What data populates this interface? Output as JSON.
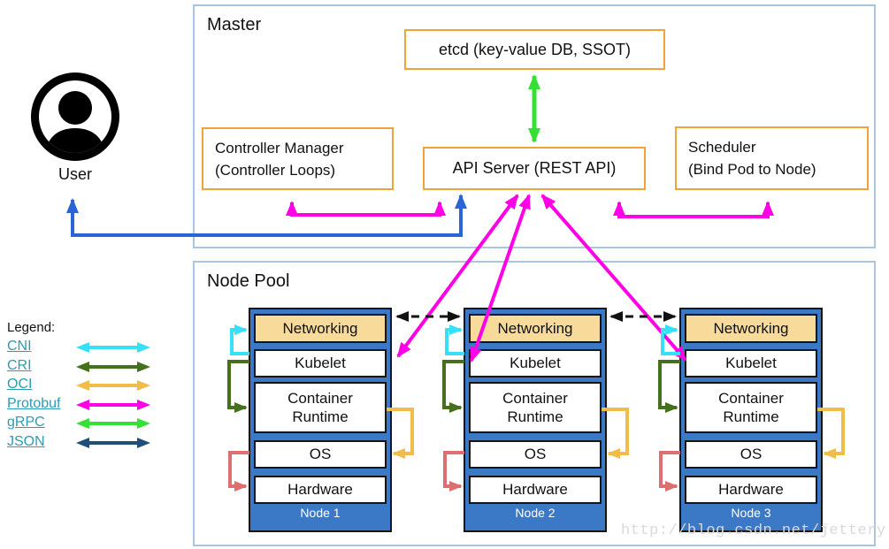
{
  "master": {
    "title": "Master",
    "etcd": "etcd (key-value DB, SSOT)",
    "controller_manager": [
      "Controller Manager",
      "(Controller Loops)"
    ],
    "api_server": "API Server (REST API)",
    "scheduler": [
      "Scheduler",
      "(Bind Pod to Node)"
    ]
  },
  "user": {
    "label": "User"
  },
  "node_pool": {
    "title": "Node Pool",
    "nodes": [
      {
        "name": "Node 1",
        "layers": [
          "Networking",
          "Kubelet",
          "Container Runtime",
          "OS",
          "Hardware"
        ]
      },
      {
        "name": "Node 2",
        "layers": [
          "Networking",
          "Kubelet",
          "Container Runtime",
          "OS",
          "Hardware"
        ]
      },
      {
        "name": "Node 3",
        "layers": [
          "Networking",
          "Kubelet",
          "Container Runtime",
          "OS",
          "Hardware"
        ]
      }
    ]
  },
  "legend": {
    "title": "Legend:",
    "items": [
      {
        "label": "CNI",
        "color": "#35e0f8"
      },
      {
        "label": "CRI",
        "color": "#45701e"
      },
      {
        "label": "OCI",
        "color": "#f0bd4a"
      },
      {
        "label": "Protobuf",
        "color": "#ff00e6"
      },
      {
        "label": "gRPC",
        "color": "#35e035"
      },
      {
        "label": "JSON",
        "color": "#1f4e79"
      }
    ]
  },
  "watermark": "http://blog.csdn.net/jettery",
  "colors": {
    "panel_border": "#a9c5e1",
    "component_border": "#f2a23a",
    "node_fill": "#3b79c7",
    "networking_fill": "#f8db9a",
    "user_api_line": "#2a64d6",
    "os_hardware_loop": "#dd6f6f",
    "node_mesh_dashed": "#111111"
  }
}
